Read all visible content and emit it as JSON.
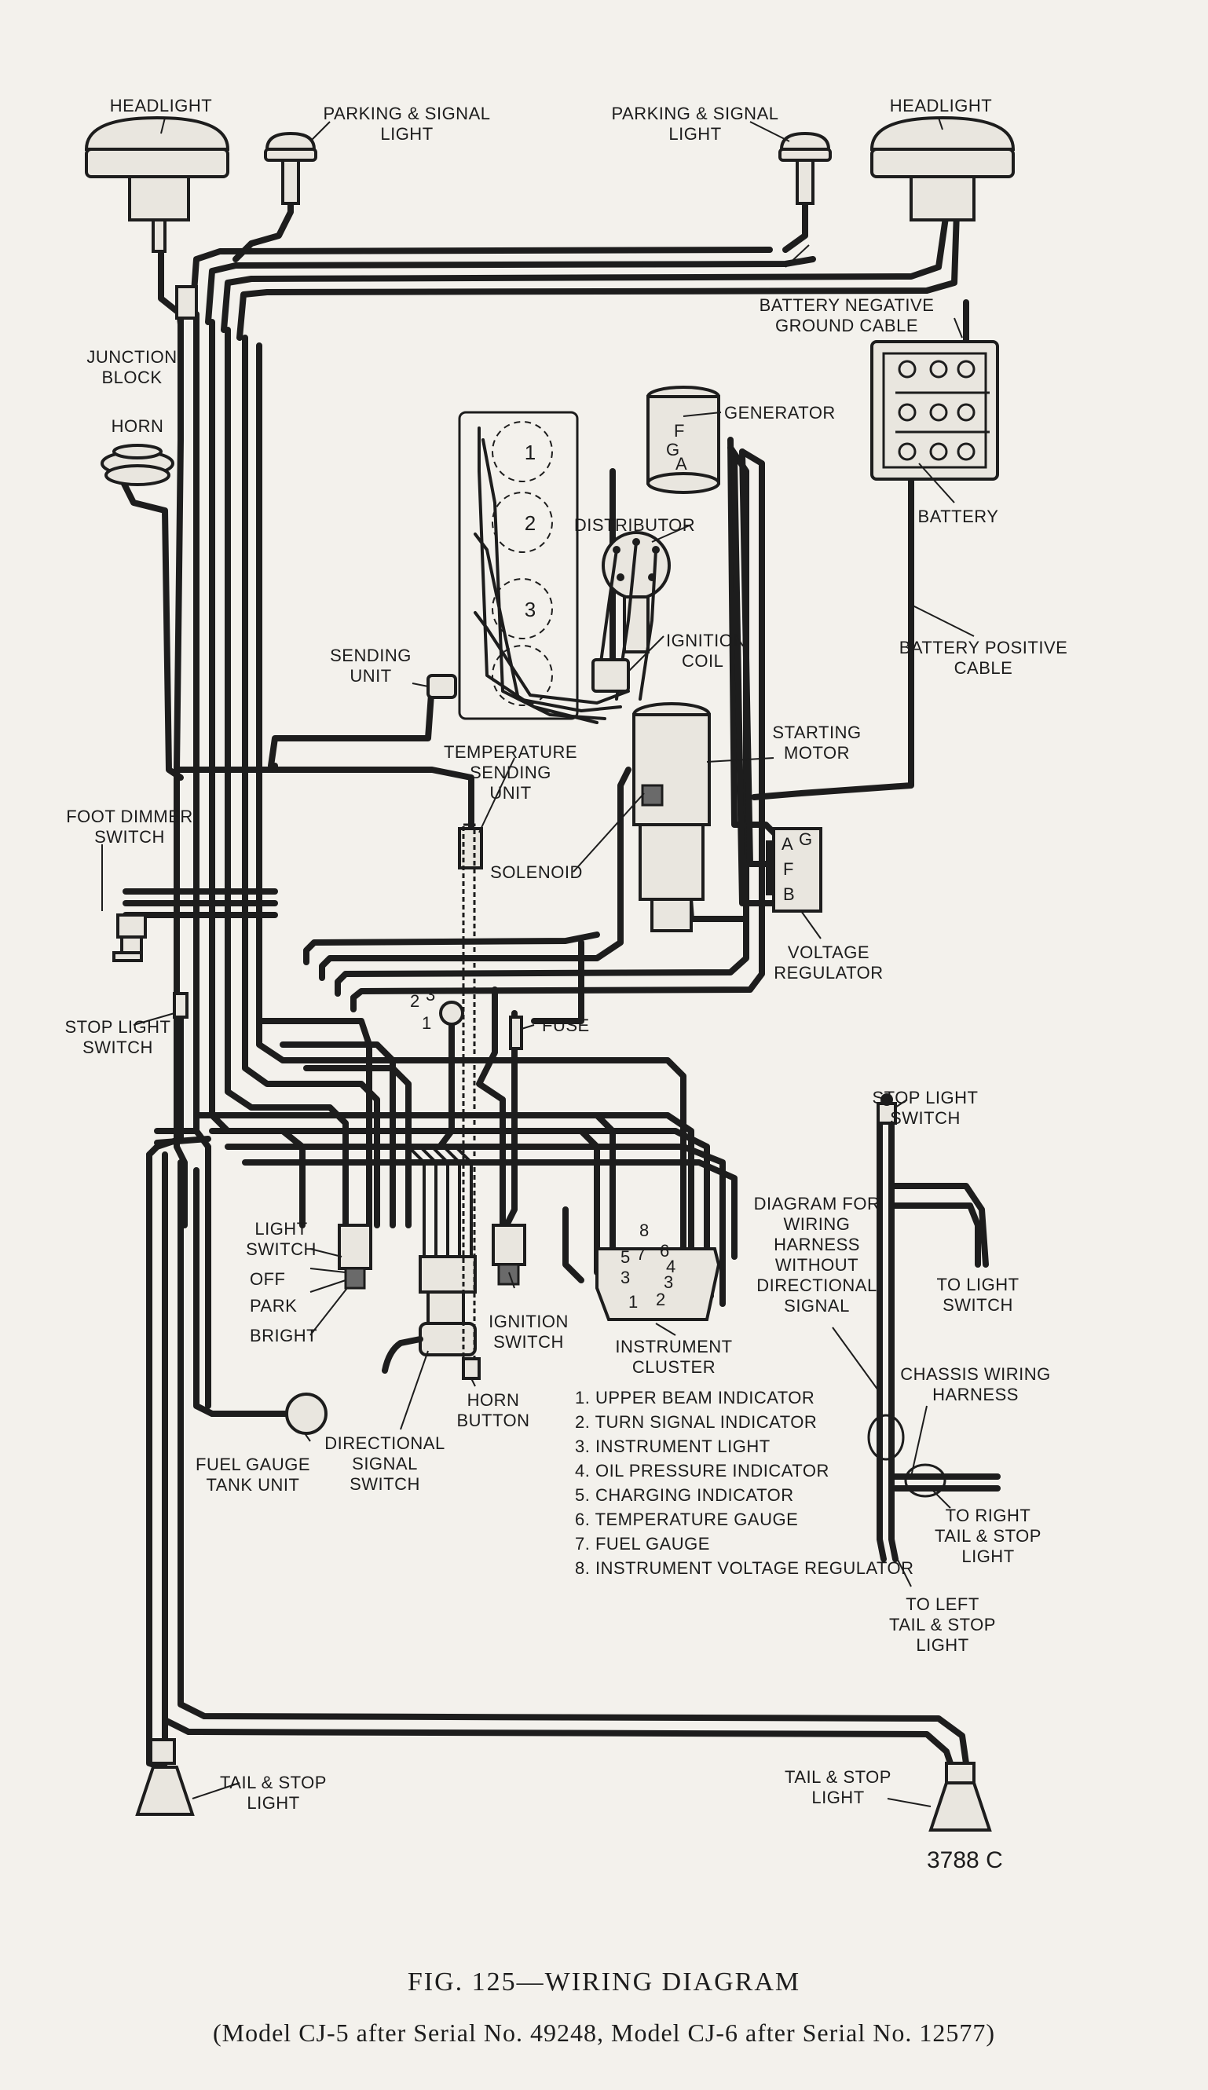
{
  "figure": {
    "title": "FIG. 125—WIRING DIAGRAM",
    "subtitle": "(Model CJ-5 after Serial No. 49248, Model CJ-6 after Serial No. 12577)",
    "code": "3788 C"
  },
  "labels": {
    "headlight_left": "HEADLIGHT",
    "headlight_right": "HEADLIGHT",
    "parking_left_1": "PARKING & SIGNAL",
    "parking_left_2": "LIGHT",
    "parking_right_1": "PARKING & SIGNAL",
    "parking_right_2": "LIGHT",
    "battery_neg_1": "BATTERY NEGATIVE",
    "battery_neg_2": "GROUND CABLE",
    "junction_1": "JUNCTION",
    "junction_2": "BLOCK",
    "horn": "HORN",
    "generator": "GENERATOR",
    "gen_f": "F",
    "gen_g": "G",
    "gen_a": "A",
    "battery": "BATTERY",
    "distributor": "DISTRIBUTOR",
    "ignition_coil_1": "IGNITION",
    "ignition_coil_2": "COIL",
    "sending_unit_1": "SENDING",
    "sending_unit_2": "UNIT",
    "battery_pos_1": "BATTERY POSITIVE",
    "battery_pos_2": "CABLE",
    "temp_sending_1": "TEMPERATURE",
    "temp_sending_2": "SENDING",
    "temp_sending_3": "UNIT",
    "starting_motor_1": "STARTING",
    "starting_motor_2": "MOTOR",
    "foot_dimmer_1": "FOOT DIMMER",
    "foot_dimmer_2": "SWITCH",
    "solenoid": "SOLENOID",
    "vreg_a": "A",
    "vreg_g": "G",
    "vreg_f": "F",
    "vreg_b": "B",
    "voltage_reg_1": "VOLTAGE",
    "voltage_reg_2": "REGULATOR",
    "stop_light_left_1": "STOP LIGHT",
    "stop_light_left_2": "SWITCH",
    "fuse": "FUSE",
    "stop_light_right_1": "STOP LIGHT",
    "stop_light_right_2": "SWITCH",
    "dimmer_2": "2",
    "dimmer_3": "3",
    "dimmer_1": "1",
    "diagram_note_1": "DIAGRAM FOR",
    "diagram_note_2": "WIRING",
    "diagram_note_3": "HARNESS",
    "diagram_note_4": "WITHOUT",
    "diagram_note_5": "DIRECTIONAL",
    "diagram_note_6": "SIGNAL",
    "light_switch_1": "LIGHT",
    "light_switch_2": "SWITCH",
    "off": "OFF",
    "park": "PARK",
    "bright": "BRIGHT",
    "to_light_switch_1": "TO LIGHT",
    "to_light_switch_2": "SWITCH",
    "ignition_switch_1": "IGNITION",
    "ignition_switch_2": "SWITCH",
    "instrument_cluster_1": "INSTRUMENT",
    "instrument_cluster_2": "CLUSTER",
    "chassis_harness_1": "CHASSIS WIRING",
    "chassis_harness_2": "HARNESS",
    "horn_button_1": "HORN",
    "horn_button_2": "BUTTON",
    "fuel_gauge_1": "FUEL GAUGE",
    "fuel_gauge_2": "TANK UNIT",
    "directional_1": "DIRECTIONAL",
    "directional_2": "SIGNAL",
    "directional_3": "SWITCH",
    "to_right_tail_1": "TO RIGHT",
    "to_right_tail_2": "TAIL & STOP",
    "to_right_tail_3": "LIGHT",
    "to_left_tail_1": "TO LEFT",
    "to_left_tail_2": "TAIL & STOP",
    "to_left_tail_3": "LIGHT",
    "tail_left_1": "TAIL & STOP",
    "tail_left_2": "LIGHT",
    "tail_right_1": "TAIL & STOP",
    "tail_right_2": "LIGHT"
  },
  "cylinder_numbers": [
    "1",
    "2",
    "3"
  ],
  "cluster_pins": [
    "8",
    "5",
    "7",
    "6",
    "4",
    "3",
    "1",
    "2",
    "3"
  ],
  "cluster_legend": [
    "1. UPPER BEAM INDICATOR",
    "2. TURN SIGNAL INDICATOR",
    "3. INSTRUMENT LIGHT",
    "4. OIL PRESSURE INDICATOR",
    "5. CHARGING INDICATOR",
    "6. TEMPERATURE GAUGE",
    "7. FUEL GAUGE",
    "8. INSTRUMENT VOLTAGE REGULATOR"
  ]
}
